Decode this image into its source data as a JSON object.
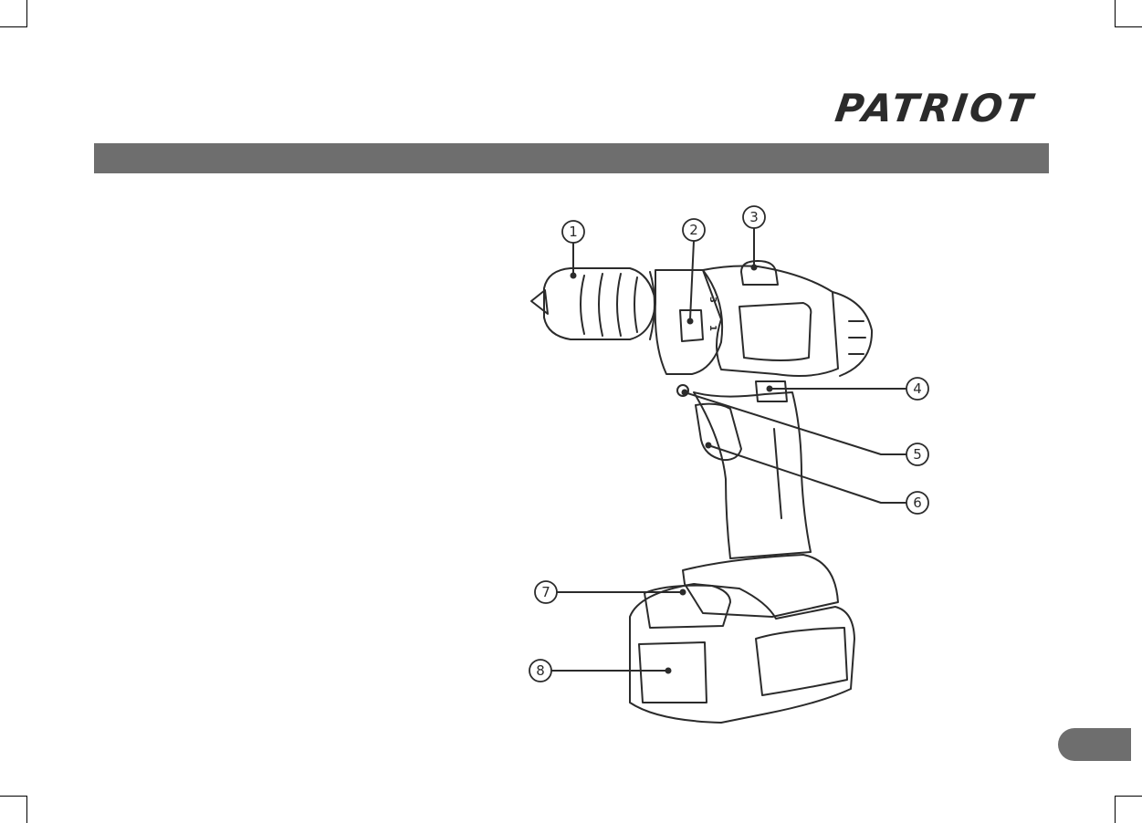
{
  "brand": {
    "logo_text": "PATRIOT"
  },
  "callouts": [
    {
      "number": "1"
    },
    {
      "number": "2"
    },
    {
      "number": "3"
    },
    {
      "number": "4"
    },
    {
      "number": "5"
    },
    {
      "number": "6"
    },
    {
      "number": "7"
    },
    {
      "number": "8"
    }
  ],
  "collar_scale": {
    "marks": [
      "1",
      "3"
    ]
  },
  "colors": {
    "bar": "#6e6e6e",
    "ink": "#2b2b2b"
  }
}
